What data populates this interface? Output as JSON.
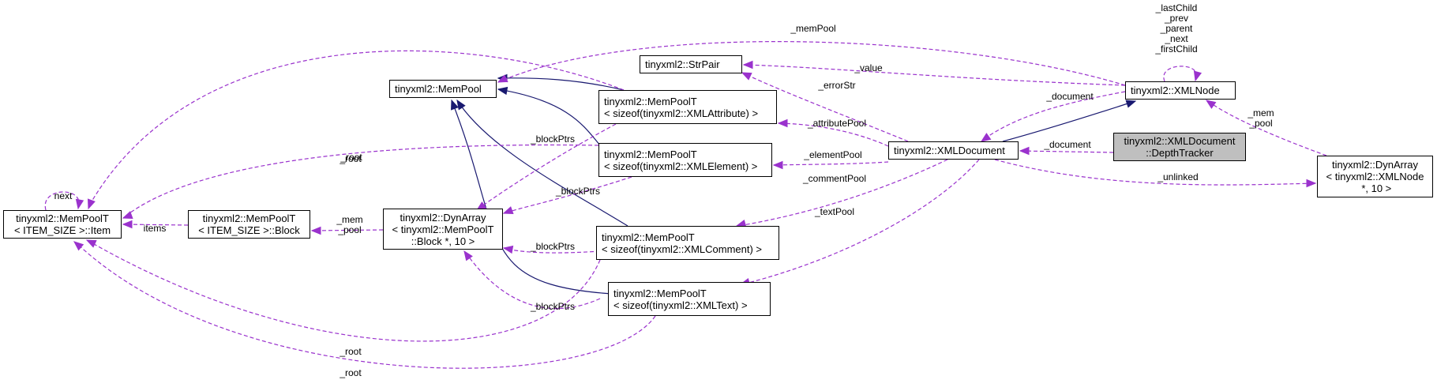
{
  "colors": {
    "inheritance_edge": "#191970",
    "usage_edge": "#9a32cd",
    "selected_node_fill": "#bfbfbf",
    "node_fill": "#ffffff"
  },
  "nodes": [
    {
      "id": "item",
      "lines": [
        "tinyxml2::MemPoolT",
        "< ITEM_SIZE >::Item"
      ]
    },
    {
      "id": "block",
      "lines": [
        "tinyxml2::MemPoolT",
        "< ITEM_SIZE >::Block"
      ]
    },
    {
      "id": "dynarray_block",
      "lines": [
        "tinyxml2::DynArray",
        "< tinyxml2::MemPoolT",
        "::Block *, 10 >"
      ]
    },
    {
      "id": "mempool",
      "lines": [
        "tinyxml2::MemPool"
      ]
    },
    {
      "id": "strpair",
      "lines": [
        "tinyxml2::StrPair"
      ]
    },
    {
      "id": "mempoolt_attribute",
      "lines": [
        "tinyxml2::MemPoolT",
        "< sizeof(tinyxml2::XMLAttribute) >"
      ]
    },
    {
      "id": "mempoolt_element",
      "lines": [
        "tinyxml2::MemPoolT",
        "< sizeof(tinyxml2::XMLElement) >"
      ]
    },
    {
      "id": "mempoolt_comment",
      "lines": [
        "tinyxml2::MemPoolT",
        "< sizeof(tinyxml2::XMLComment) >"
      ]
    },
    {
      "id": "mempoolt_text",
      "lines": [
        "tinyxml2::MemPoolT",
        "< sizeof(tinyxml2::XMLText) >"
      ]
    },
    {
      "id": "xmldocument",
      "lines": [
        "tinyxml2::XMLDocument"
      ]
    },
    {
      "id": "xmlnode",
      "lines": [
        "tinyxml2::XMLNode"
      ]
    },
    {
      "id": "depthtracker",
      "lines": [
        "tinyxml2::XMLDocument",
        "::DepthTracker"
      ],
      "selected": true
    },
    {
      "id": "dynarray_node",
      "lines": [
        "tinyxml2::DynArray",
        "< tinyxml2::XMLNode",
        " *, 10 >"
      ]
    }
  ],
  "edges": [
    {
      "id": "e_pool_attr_mempool",
      "kind": "inheritance",
      "from": "mempoolt_attribute",
      "to": "mempool"
    },
    {
      "id": "e_pool_elem_mempool",
      "kind": "inheritance",
      "from": "mempoolt_element",
      "to": "mempool"
    },
    {
      "id": "e_pool_comment_mempool",
      "kind": "inheritance",
      "from": "mempoolt_comment",
      "to": "mempool"
    },
    {
      "id": "e_pool_text_mempool",
      "kind": "inheritance",
      "from": "mempoolt_text",
      "to": "mempool"
    },
    {
      "id": "e_doc_node",
      "kind": "inheritance",
      "from": "xmldocument",
      "to": "xmlnode"
    },
    {
      "id": "e_next",
      "kind": "usage",
      "label": "next",
      "from": "item",
      "to": "item"
    },
    {
      "id": "e_items",
      "kind": "usage",
      "label": "items",
      "from": "block",
      "to": "item"
    },
    {
      "id": "e_mem_pool_block",
      "kind": "usage",
      "label": "_mem\n_pool",
      "from": "dynarray_block",
      "to": "block"
    },
    {
      "id": "e_root_attr",
      "kind": "usage",
      "label": "_root",
      "from": "mempoolt_attribute",
      "to": "item"
    },
    {
      "id": "e_root_elem",
      "kind": "usage",
      "label": "_root",
      "from": "mempoolt_element",
      "to": "item"
    },
    {
      "id": "e_root_comment",
      "kind": "usage",
      "label": "_root",
      "from": "mempoolt_comment",
      "to": "item"
    },
    {
      "id": "e_root_text",
      "kind": "usage",
      "label": "_root",
      "from": "mempoolt_text",
      "to": "item"
    },
    {
      "id": "e_blockptrs_attr",
      "kind": "usage",
      "label": "_blockPtrs",
      "from": "mempoolt_attribute",
      "to": "dynarray_block"
    },
    {
      "id": "e_blockptrs_elem",
      "kind": "usage",
      "label": "_blockPtrs",
      "from": "mempoolt_element",
      "to": "dynarray_block"
    },
    {
      "id": "e_blockptrs_comment",
      "kind": "usage",
      "label": "_blockPtrs",
      "from": "mempoolt_comment",
      "to": "dynarray_block"
    },
    {
      "id": "e_blockptrs_text",
      "kind": "usage",
      "label": "_blockPtrs",
      "from": "mempoolt_text",
      "to": "dynarray_block"
    },
    {
      "id": "e_mempool",
      "kind": "usage",
      "label": "_memPool",
      "from": "xmlnode",
      "to": "mempool"
    },
    {
      "id": "e_value",
      "kind": "usage",
      "label": "_value",
      "from": "xmlnode",
      "to": "strpair"
    },
    {
      "id": "e_errorstr",
      "kind": "usage",
      "label": "_errorStr",
      "from": "xmldocument",
      "to": "strpair"
    },
    {
      "id": "e_attributepool",
      "kind": "usage",
      "label": "_attributePool",
      "from": "xmldocument",
      "to": "mempoolt_attribute"
    },
    {
      "id": "e_elementpool",
      "kind": "usage",
      "label": "_elementPool",
      "from": "xmldocument",
      "to": "mempoolt_element"
    },
    {
      "id": "e_commentpool",
      "kind": "usage",
      "label": "_commentPool",
      "from": "xmldocument",
      "to": "mempoolt_comment"
    },
    {
      "id": "e_textpool",
      "kind": "usage",
      "label": "_textPool",
      "from": "xmldocument",
      "to": "mempoolt_text"
    },
    {
      "id": "e_document_node",
      "kind": "usage",
      "label": "_document",
      "from": "xmlnode",
      "to": "xmldocument"
    },
    {
      "id": "e_document_tracker",
      "kind": "usage",
      "label": "_document",
      "from": "depthtracker",
      "to": "xmldocument"
    },
    {
      "id": "e_unlinked",
      "kind": "usage",
      "label": "_unlinked",
      "from": "xmldocument",
      "to": "dynarray_node"
    },
    {
      "id": "e_mem_pool_node",
      "kind": "usage",
      "label": "_mem\n_pool",
      "from": "dynarray_node",
      "to": "xmlnode"
    },
    {
      "id": "e_self_node",
      "kind": "usage",
      "label": "_lastChild\n_prev\n_parent\n_next\n_firstChild",
      "from": "xmlnode",
      "to": "xmlnode"
    }
  ]
}
